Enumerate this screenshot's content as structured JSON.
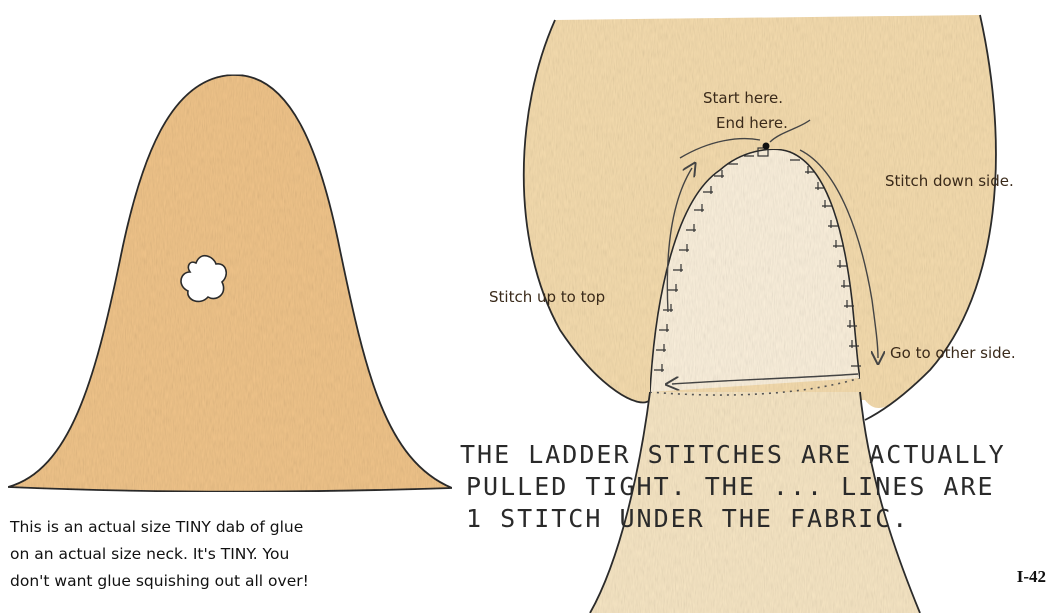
{
  "left_caption": {
    "line1": "This is an actual size TINY dab of glue",
    "line2": "on an actual size neck. It's TINY. You",
    "line3": "don't want glue squishing out all over!"
  },
  "annotations": {
    "start_here": "Start here.",
    "end_here": "End here.",
    "stitch_down": "Stitch down side.",
    "stitch_up": "Stitch up to top",
    "go_other": "Go to other side."
  },
  "note": {
    "line1": "THE LADDER STITCHES ARE ACTUALLY",
    "line2": "PULLED TIGHT.  THE ... LINES ARE",
    "line3": "1  STITCH UNDER THE FABRIC."
  },
  "page_number": "I-42",
  "colors": {
    "skin_fill": "#f5dcae",
    "neck_fill": "#f0c48a",
    "outline": "#2b2b2b"
  }
}
